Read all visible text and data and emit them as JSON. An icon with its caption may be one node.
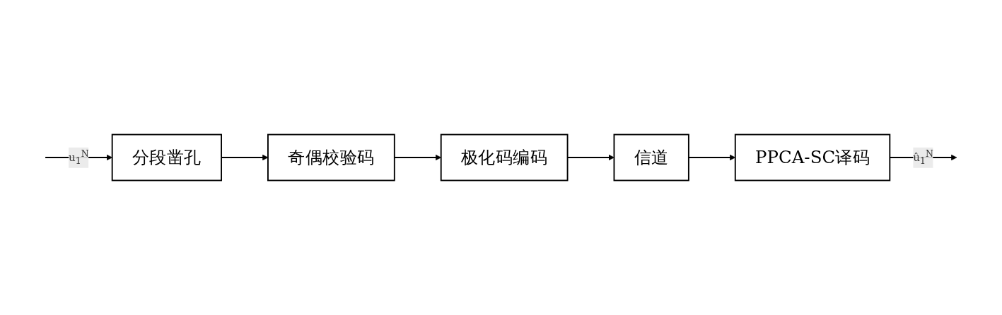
{
  "diagram": {
    "nodes": [
      {
        "text": [
          "分段凿孔"
        ]
      },
      {
        "text": [
          "奇偶校验码"
        ]
      },
      {
        "text": [
          "极化码编码"
        ]
      },
      {
        "text": [
          "信道"
        ]
      },
      {
        "text": [
          "PPCA-SC译码"
        ]
      }
    ],
    "edges": [
      {
        "from": null,
        "to": 0,
        "arrow": "to",
        "label": "u$_{1}$$^{N}$"
      },
      {
        "from": 0,
        "to": 1,
        "arrow": "to"
      },
      {
        "from": 1,
        "to": 2,
        "arrow": "to"
      },
      {
        "from": 2,
        "to": 3,
        "arrow": "to"
      },
      {
        "from": 3,
        "to": 4,
        "arrow": "to"
      },
      {
        "from": 4,
        "to": null,
        "arrow": "to",
        "label": "û$_{1}$$^{N}$"
      }
    ]
  }
}
